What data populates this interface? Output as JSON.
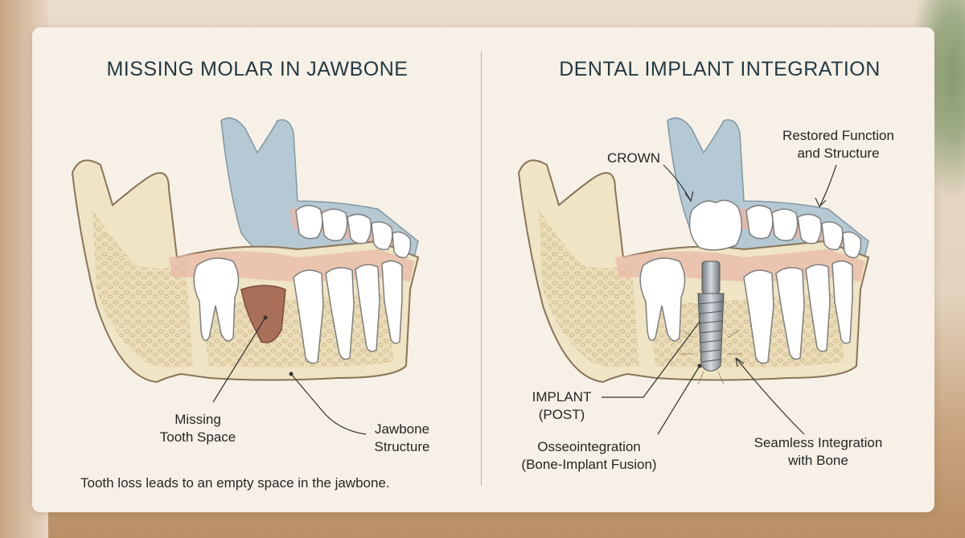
{
  "left_panel": {
    "title": "MISSING MOLAR IN JAWBONE",
    "label_missing_1": "Missing",
    "label_missing_2": "Tooth Space",
    "label_jawbone_1": "Jawbone",
    "label_jawbone_2": "Structure",
    "caption": "Tooth loss leads to an empty space in the jawbone."
  },
  "right_panel": {
    "title": "DENTAL IMPLANT INTEGRATION",
    "label_crown": "CROWN",
    "label_restored_1": "Restored Function",
    "label_restored_2": "and Structure",
    "label_implant_1": "IMPLANT",
    "label_implant_2": "(POST)",
    "label_osseo_1": "Osseointegration",
    "label_osseo_2": "(Bone-Implant Fusion)",
    "label_seamless_1": "Seamless Integration",
    "label_seamless_2": "with Bone"
  },
  "colors": {
    "bone": "#efe4c4",
    "bone_outline": "#8a7458",
    "gum": "#e8b7a6",
    "upper_jaw": "#b5c9d4",
    "tooth": "#ffffff",
    "implant": "#9aa3aa",
    "title": "#233a45"
  }
}
